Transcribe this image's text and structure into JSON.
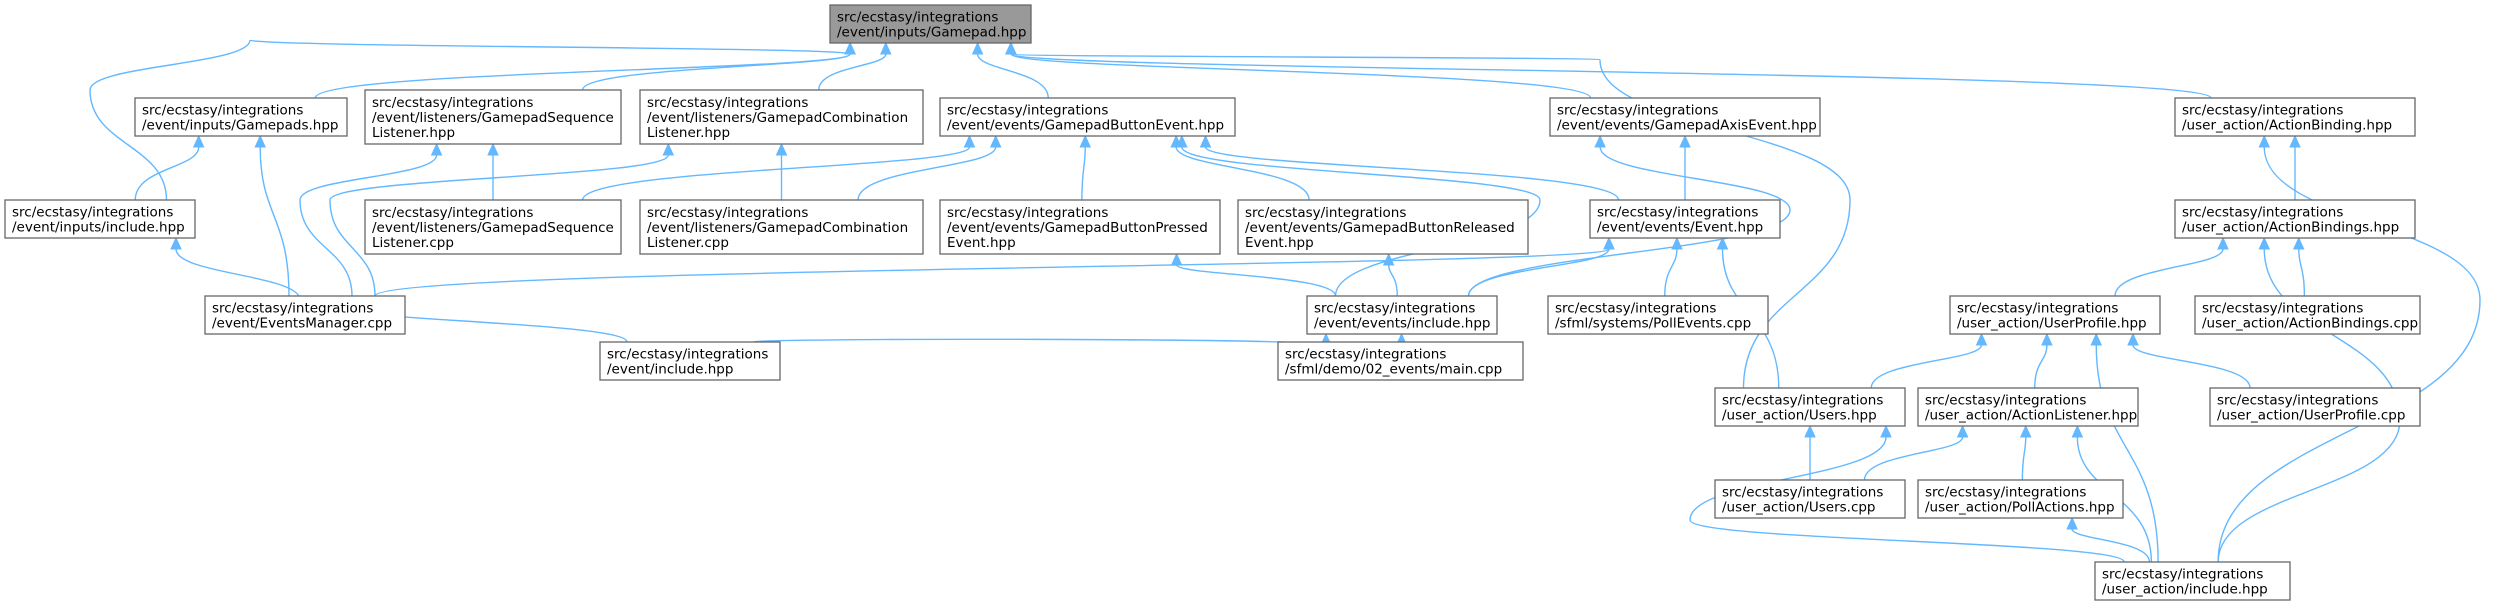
{
  "graph": {
    "nodes": [
      {
        "id": "gamepad_hpp",
        "lines": [
          "src/ecstasy/integrations",
          "/event/inputs/Gamepad.hpp"
        ],
        "root": true
      },
      {
        "id": "gamepads_hpp",
        "lines": [
          "src/ecstasy/integrations",
          "/event/inputs/Gamepads.hpp"
        ]
      },
      {
        "id": "seq_listener_hpp",
        "lines": [
          "src/ecstasy/integrations",
          "/event/listeners/GamepadSequence",
          "Listener.hpp"
        ]
      },
      {
        "id": "comb_listener_hpp",
        "lines": [
          "src/ecstasy/integrations",
          "/event/listeners/GamepadCombination",
          "Listener.hpp"
        ]
      },
      {
        "id": "button_event_hpp",
        "lines": [
          "src/ecstasy/integrations",
          "/event/events/GamepadButtonEvent.hpp"
        ]
      },
      {
        "id": "axis_event_hpp",
        "lines": [
          "src/ecstasy/integrations",
          "/event/events/GamepadAxisEvent.hpp"
        ]
      },
      {
        "id": "action_binding_hpp",
        "lines": [
          "src/ecstasy/integrations",
          "/user_action/ActionBinding.hpp"
        ]
      },
      {
        "id": "inputs_include_hpp",
        "lines": [
          "src/ecstasy/integrations",
          "/event/inputs/include.hpp"
        ]
      },
      {
        "id": "seq_listener_cpp",
        "lines": [
          "src/ecstasy/integrations",
          "/event/listeners/GamepadSequence",
          "Listener.cpp"
        ]
      },
      {
        "id": "comb_listener_cpp",
        "lines": [
          "src/ecstasy/integrations",
          "/event/listeners/GamepadCombination",
          "Listener.cpp"
        ]
      },
      {
        "id": "pressed_event_hpp",
        "lines": [
          "src/ecstasy/integrations",
          "/event/events/GamepadButtonPressed",
          "Event.hpp"
        ]
      },
      {
        "id": "released_event_hpp",
        "lines": [
          "src/ecstasy/integrations",
          "/event/events/GamepadButtonReleased",
          "Event.hpp"
        ]
      },
      {
        "id": "event_hpp",
        "lines": [
          "src/ecstasy/integrations",
          "/event/events/Event.hpp"
        ]
      },
      {
        "id": "action_bindings_hpp",
        "lines": [
          "src/ecstasy/integrations",
          "/user_action/ActionBindings.hpp"
        ]
      },
      {
        "id": "events_manager_cpp",
        "lines": [
          "src/ecstasy/integrations",
          "/event/EventsManager.cpp"
        ]
      },
      {
        "id": "events_include_hpp",
        "lines": [
          "src/ecstasy/integrations",
          "/event/events/include.hpp"
        ]
      },
      {
        "id": "poll_events_cpp",
        "lines": [
          "src/ecstasy/integrations",
          "/sfml/systems/PollEvents.cpp"
        ]
      },
      {
        "id": "user_profile_hpp",
        "lines": [
          "src/ecstasy/integrations",
          "/user_action/UserProfile.hpp"
        ]
      },
      {
        "id": "action_bindings_cpp",
        "lines": [
          "src/ecstasy/integrations",
          "/user_action/ActionBindings.cpp"
        ]
      },
      {
        "id": "event_include_hpp",
        "lines": [
          "src/ecstasy/integrations",
          "/event/include.hpp"
        ]
      },
      {
        "id": "demo_main_cpp",
        "lines": [
          "src/ecstasy/integrations",
          "/sfml/demo/02_events/main.cpp"
        ]
      },
      {
        "id": "users_hpp",
        "lines": [
          "src/ecstasy/integrations",
          "/user_action/Users.hpp"
        ]
      },
      {
        "id": "action_listener_hpp",
        "lines": [
          "src/ecstasy/integrations",
          "/user_action/ActionListener.hpp"
        ]
      },
      {
        "id": "user_profile_cpp",
        "lines": [
          "src/ecstasy/integrations",
          "/user_action/UserProfile.cpp"
        ]
      },
      {
        "id": "users_cpp",
        "lines": [
          "src/ecstasy/integrations",
          "/user_action/Users.cpp"
        ]
      },
      {
        "id": "poll_actions_hpp",
        "lines": [
          "src/ecstasy/integrations",
          "/user_action/PollActions.hpp"
        ]
      },
      {
        "id": "user_action_include_hpp",
        "lines": [
          "src/ecstasy/integrations",
          "/user_action/include.hpp"
        ]
      }
    ],
    "edges": [
      [
        "gamepads_hpp",
        "gamepad_hpp"
      ],
      [
        "seq_listener_hpp",
        "gamepad_hpp"
      ],
      [
        "comb_listener_hpp",
        "gamepad_hpp"
      ],
      [
        "button_event_hpp",
        "gamepad_hpp"
      ],
      [
        "axis_event_hpp",
        "gamepad_hpp"
      ],
      [
        "action_binding_hpp",
        "gamepad_hpp"
      ],
      [
        "inputs_include_hpp",
        "gamepad_hpp"
      ],
      [
        "users_hpp",
        "gamepad_hpp"
      ],
      [
        "inputs_include_hpp",
        "gamepads_hpp"
      ],
      [
        "events_manager_cpp",
        "gamepads_hpp"
      ],
      [
        "seq_listener_cpp",
        "seq_listener_hpp"
      ],
      [
        "events_manager_cpp",
        "seq_listener_hpp"
      ],
      [
        "comb_listener_cpp",
        "comb_listener_hpp"
      ],
      [
        "events_manager_cpp",
        "comb_listener_hpp"
      ],
      [
        "seq_listener_cpp",
        "button_event_hpp"
      ],
      [
        "comb_listener_cpp",
        "button_event_hpp"
      ],
      [
        "pressed_event_hpp",
        "button_event_hpp"
      ],
      [
        "released_event_hpp",
        "button_event_hpp"
      ],
      [
        "event_hpp",
        "button_event_hpp"
      ],
      [
        "events_include_hpp",
        "button_event_hpp"
      ],
      [
        "event_hpp",
        "axis_event_hpp"
      ],
      [
        "events_include_hpp",
        "axis_event_hpp"
      ],
      [
        "action_bindings_hpp",
        "action_binding_hpp"
      ],
      [
        "user_action_include_hpp",
        "action_binding_hpp"
      ],
      [
        "event_include_hpp",
        "inputs_include_hpp"
      ],
      [
        "events_include_hpp",
        "pressed_event_hpp"
      ],
      [
        "events_include_hpp",
        "released_event_hpp"
      ],
      [
        "events_manager_cpp",
        "event_hpp"
      ],
      [
        "events_include_hpp",
        "event_hpp"
      ],
      [
        "poll_events_cpp",
        "event_hpp"
      ],
      [
        "users_hpp",
        "event_hpp"
      ],
      [
        "user_profile_hpp",
        "action_bindings_hpp"
      ],
      [
        "action_bindings_cpp",
        "action_bindings_hpp"
      ],
      [
        "user_action_include_hpp",
        "action_bindings_hpp"
      ],
      [
        "event_include_hpp",
        "events_include_hpp"
      ],
      [
        "demo_main_cpp",
        "events_include_hpp"
      ],
      [
        "users_hpp",
        "user_profile_hpp"
      ],
      [
        "action_listener_hpp",
        "user_profile_hpp"
      ],
      [
        "user_profile_cpp",
        "user_profile_hpp"
      ],
      [
        "user_action_include_hpp",
        "user_profile_hpp"
      ],
      [
        "users_cpp",
        "users_hpp"
      ],
      [
        "user_action_include_hpp",
        "users_hpp"
      ],
      [
        "users_cpp",
        "action_listener_hpp"
      ],
      [
        "poll_actions_hpp",
        "action_listener_hpp"
      ],
      [
        "user_action_include_hpp",
        "action_listener_hpp"
      ],
      [
        "user_action_include_hpp",
        "poll_actions_hpp"
      ]
    ]
  },
  "colors": {
    "edge": "#63b8ff",
    "node_border": "#666666",
    "node_fill": "#ffffff",
    "root_fill": "#999999"
  }
}
